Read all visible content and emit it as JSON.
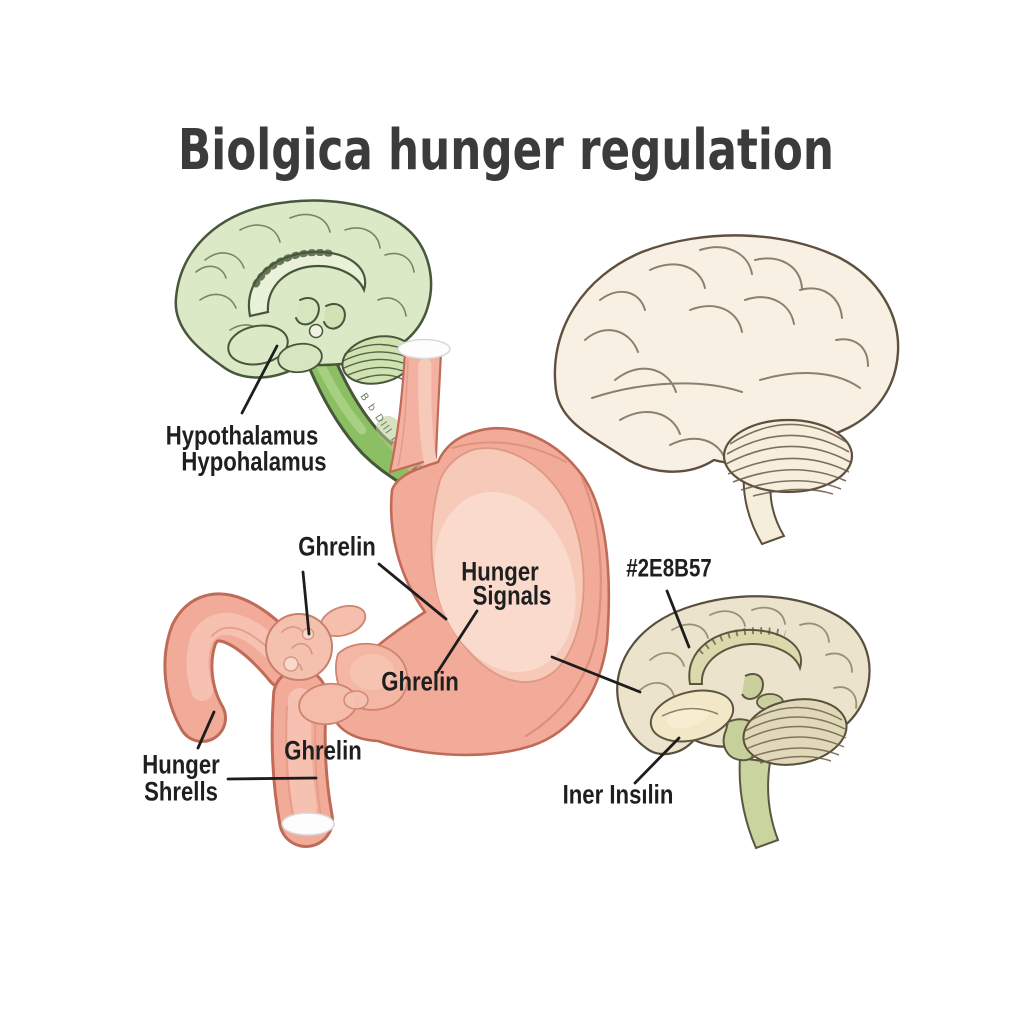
{
  "title": "Biolgica hunger regulation",
  "labels": {
    "hypothalamus_line1": "Hypothalamus",
    "hypothalamus_line2": "Hypohalamus",
    "ghrelin_top": "Ghrelin",
    "hunger_signals_line1": "Hunger",
    "hunger_signals_line2": "Signals",
    "ghrelin_middle": "Ghrelin",
    "ghrelin_bottom": "Ghrelin",
    "hunger_shrells_line1": "Hunger",
    "hunger_shrells_line2": "Shrells",
    "color_code_label": "#2E8B57",
    "iner_insilin": "Iner Insılin",
    "tube_micro_text": "B b DIII b MIIIK"
  },
  "colors": {
    "title_text": "#3B3B3B",
    "label_text": "#1F1F1F",
    "accent_green_code": "#2E8B57",
    "stomach_fill": "#F2AB98",
    "stomach_outline": "#C06B58",
    "green_tube": "#8CBE63",
    "green_brain_fill": "#DCE9C6",
    "cream_brain_fill": "#F8F1E3",
    "sepia_brain_fill": "#ECE3CC"
  },
  "illustrations": {
    "top_left": "green sagittal brain",
    "top_right": "cream lateral brain",
    "bottom_right": "sepia sagittal brain",
    "center": "stomach with esophagus and duodenum"
  }
}
